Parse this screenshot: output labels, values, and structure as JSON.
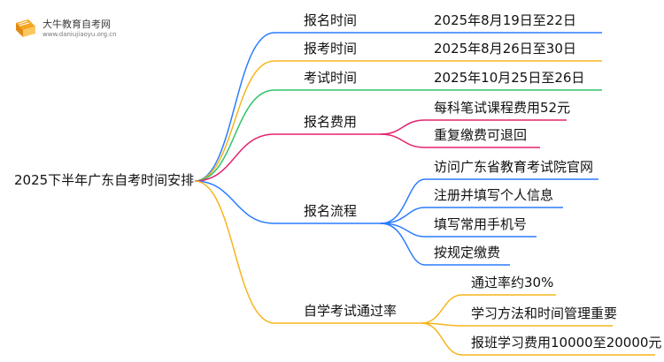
{
  "brand": {
    "title": "大牛教育自考网",
    "url": "www.daniujiaoyu.org.cn"
  },
  "root": {
    "label": "2025下半年广东自考时间安排"
  },
  "branches": [
    {
      "label": "报名时间",
      "color": "#2b7bff",
      "children": [
        "2025年8月19日至22日"
      ]
    },
    {
      "label": "报考时间",
      "color": "#f6b51d",
      "children": [
        "2025年8月26日至30日"
      ]
    },
    {
      "label": "考试时间",
      "color": "#2cc36b",
      "children": [
        "2025年10月25日至26日"
      ]
    },
    {
      "label": "报名费用",
      "color": "#e5226e",
      "children": [
        "每科笔试课程费用52元",
        "重复缴费可退回"
      ]
    },
    {
      "label": "报名流程",
      "color": "#2b7bff",
      "children": [
        "访问广东省教育考试院官网",
        "注册并填写个人信息",
        "填写常用手机号",
        "按规定缴费"
      ]
    },
    {
      "label": "自学考试通过率",
      "color": "#f6b51d",
      "children": [
        "通过率约30%",
        "学习方法和时间管理重要",
        "报班学习费用10000至20000元"
      ]
    }
  ]
}
